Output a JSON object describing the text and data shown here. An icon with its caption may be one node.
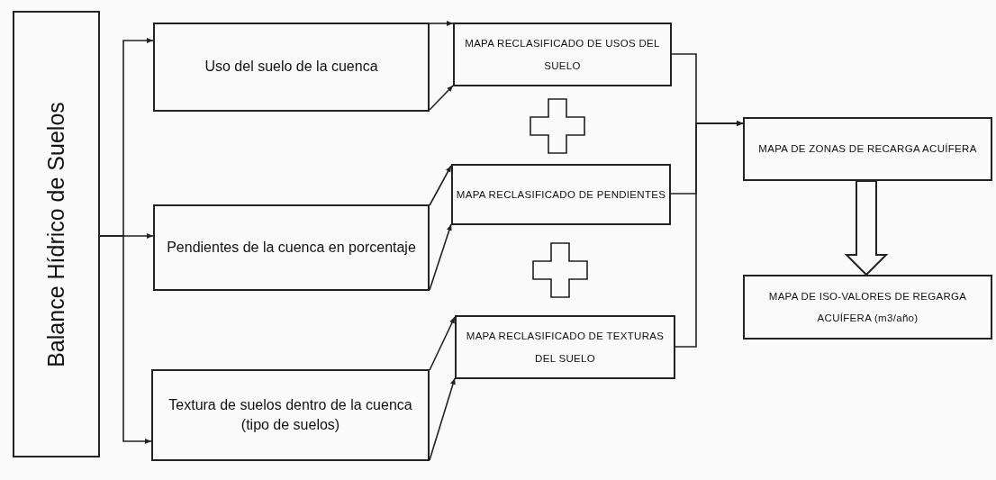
{
  "diagram": {
    "nodes": [
      {
        "text": [
          "Balance Hídrico de Suelos"
        ]
      },
      {
        "text": [
          "Uso del suelo de la cuenca"
        ]
      },
      {
        "text": [
          "Pendientes de la cuenca en porcentaje"
        ]
      },
      {
        "text": [
          "Textura de suelos dentro de la cuenca (tipo de suelos)"
        ]
      },
      {
        "text": [
          "MAPA RECLASIFICADO DE USOS DEL SUELO"
        ]
      },
      {
        "text": [
          "MAPA RECLASIFICADO DE PENDIENTES"
        ]
      },
      {
        "text": [
          "MAPA RECLASIFICADO DE TEXTURAS DEL SUELO"
        ]
      },
      {
        "text": [
          "MAPA DE ZONAS DE RECARGA ACUÍFERA"
        ]
      },
      {
        "text": [
          "MAPA DE ISO-VALORES DE REGARGA ACUÍFERA (m3/año)"
        ]
      }
    ],
    "edges": [
      {
        "from": 0,
        "to": 1,
        "arrow": "to"
      },
      {
        "from": 0,
        "to": 2,
        "arrow": "to"
      },
      {
        "from": 0,
        "to": 3,
        "arrow": "to"
      },
      {
        "from": 1,
        "to": 4,
        "arrow": "to"
      },
      {
        "from": 1,
        "to": 4,
        "arrow": "to"
      },
      {
        "from": 2,
        "to": 5,
        "arrow": "to"
      },
      {
        "from": 2,
        "to": 5,
        "arrow": "to"
      },
      {
        "from": 3,
        "to": 6,
        "arrow": "to"
      },
      {
        "from": 3,
        "to": 6,
        "arrow": "to"
      },
      {
        "from": 4,
        "to": 7,
        "arrow": "to"
      },
      {
        "from": 5,
        "to": 7,
        "arrow": "to"
      },
      {
        "from": 6,
        "to": 7,
        "arrow": "to"
      },
      {
        "from": 7,
        "to": 8,
        "arrow": "to",
        "style": "thick"
      }
    ]
  }
}
